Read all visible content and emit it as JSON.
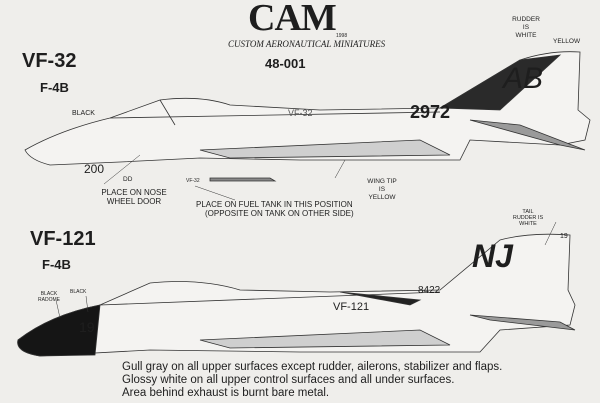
{
  "header": {
    "logo_text": "CAM",
    "year": "1998",
    "company": "CUSTOM AERONAUTICAL MINIATURES",
    "sheet_number": "48-001"
  },
  "aircraft1": {
    "squadron": "VF-32",
    "type": "F-4B",
    "notes": {
      "black": "BLACK",
      "rudder": "RUDDER IS WHITE",
      "yellow": "YELLOW",
      "nose_door_code": "DD",
      "nose_door": "PLACE ON NOSE WHEEL DOOR",
      "tank_code": "VF-32",
      "fuel_tank_1": "PLACE ON FUEL TANK IN THIS POSITION",
      "fuel_tank_2": "(OPPOSITE ON TANK ON OTHER SIDE)",
      "wing_tip": "WING TIP IS YELLOW"
    },
    "markings": {
      "tail_code": "AB",
      "bureau": "2972",
      "modex": "200",
      "fuselage": "VF-32"
    }
  },
  "aircraft2": {
    "squadron": "VF-121",
    "type": "F-4B",
    "notes": {
      "tail_rudder": "TAIL RUDDER IS WHITE",
      "black_radome": "BLACK RADOME",
      "black": "BLACK"
    },
    "markings": {
      "tail_code": "NJ",
      "bureau": "8422",
      "modex": "19",
      "fuselage": "VF-121",
      "fin": "19"
    }
  },
  "caption": [
    "Gull gray on all upper surfaces except rudder, ailerons, stabilizer and flaps.",
    "Glossy white on all upper control surfaces and all under surfaces.",
    "Area behind exhaust is burnt bare metal."
  ]
}
